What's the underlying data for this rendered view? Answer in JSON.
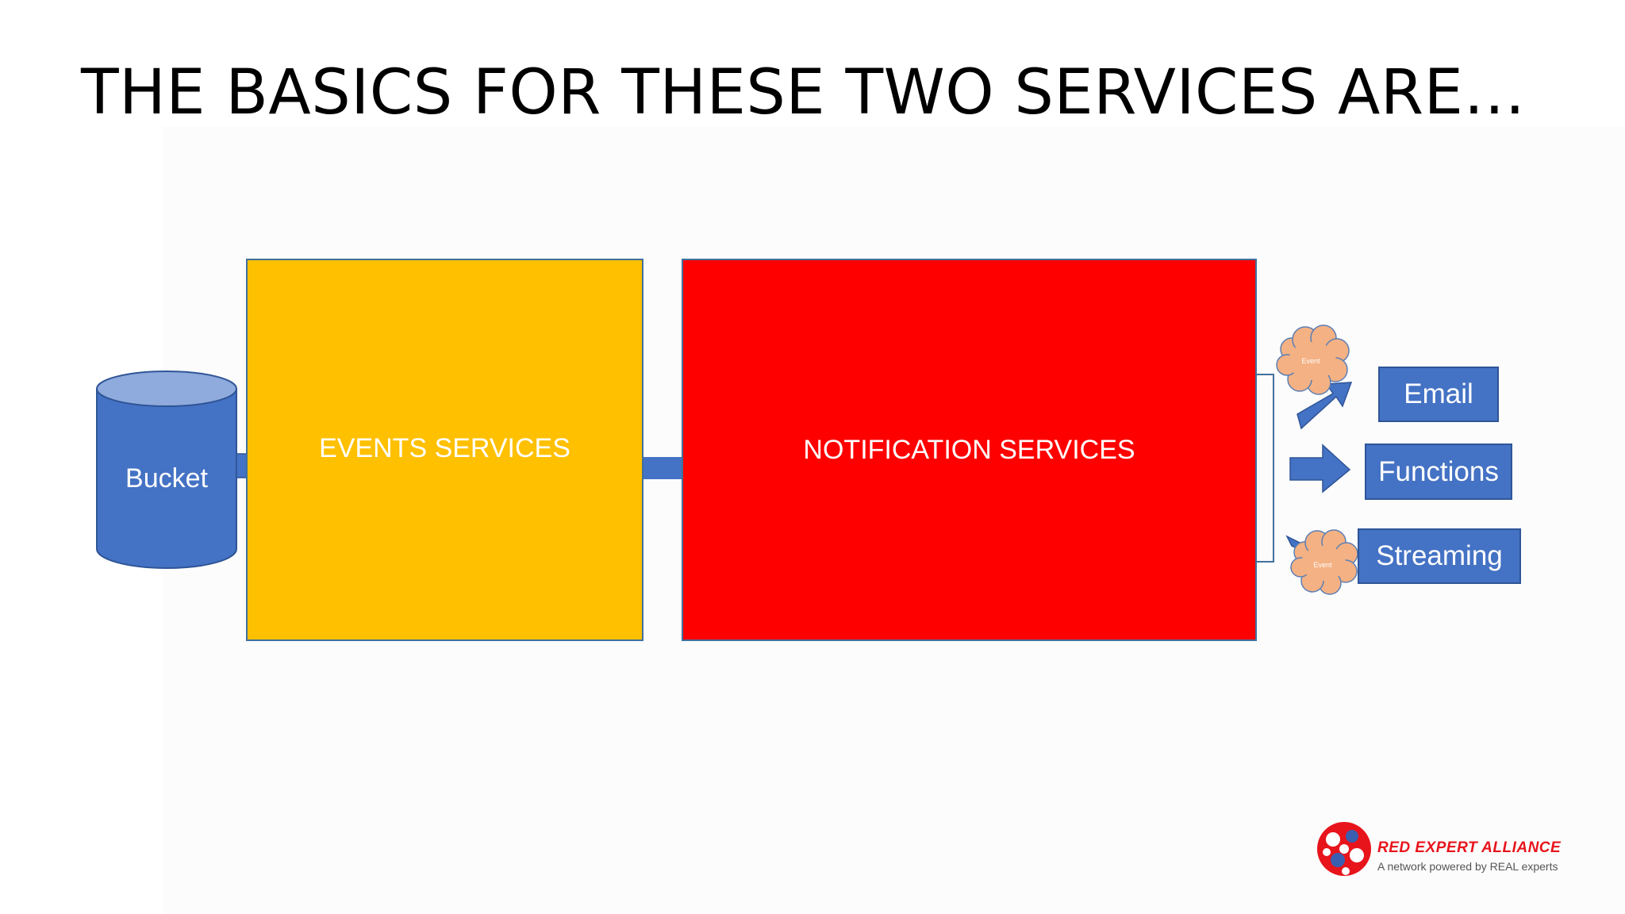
{
  "slide": {
    "title": "THE BASICS FOR THESE TWO SERVICES ARE…"
  },
  "diagram": {
    "bucket": {
      "label": "Bucket",
      "icon": "cylinder-icon"
    },
    "events_services": {
      "label": "EVENTS SERVICES"
    },
    "notification_services": {
      "label": "NOTIFICATION SERVICES"
    },
    "event_clouds": [
      {
        "label": "Event"
      },
      {
        "label": "Event"
      }
    ],
    "targets": [
      {
        "label": "Email"
      },
      {
        "label": "Functions"
      },
      {
        "label": "Streaming"
      }
    ]
  },
  "logo": {
    "name": "RED EXPERT ALLIANCE",
    "tagline": "A network powered by REAL experts"
  },
  "colors": {
    "events": "#ffc000",
    "notification": "#ff0000",
    "blue": "#4472c4",
    "cloud": "#f4b183"
  }
}
